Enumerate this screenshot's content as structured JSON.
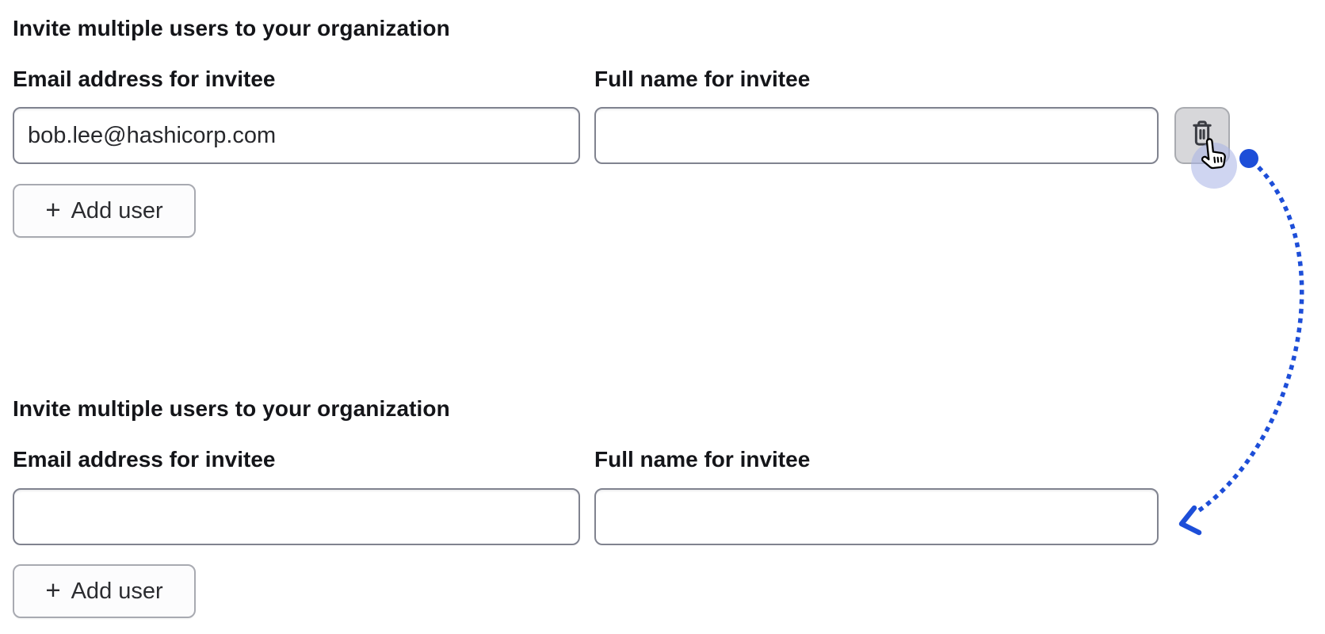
{
  "page": {
    "background": "#ffffff"
  },
  "sections": [
    {
      "heading": "Invite multiple users to your organization",
      "email_field": {
        "label": "Email address for invitee",
        "value": "bob.lee@hashicorp.com"
      },
      "name_field": {
        "label": "Full name for invitee",
        "value": ""
      },
      "add_user_button": {
        "plus_glyph": "+",
        "label": "Add user"
      },
      "delete_button": {
        "icon": "trash-icon"
      }
    },
    {
      "heading": "Invite multiple users to your organization",
      "email_field": {
        "label": "Email address for invitee",
        "value": ""
      },
      "name_field": {
        "label": "Full name for invitee",
        "value": ""
      },
      "add_user_button": {
        "plus_glyph": "+",
        "label": "Add user"
      }
    }
  ],
  "annotation": {
    "arrow_color": "#1d4ed8",
    "click_highlight_color": "rgba(168,178,230,0.55)",
    "cursor_icon": "hand-pointer-icon",
    "dot_icon": "drag-origin-dot"
  },
  "colors": {
    "input_border": "#80838f",
    "button_border": "#a8aab1",
    "trash_button_bg": "#d7d7da",
    "heading_text": "#141519",
    "input_text": "#27282c"
  }
}
